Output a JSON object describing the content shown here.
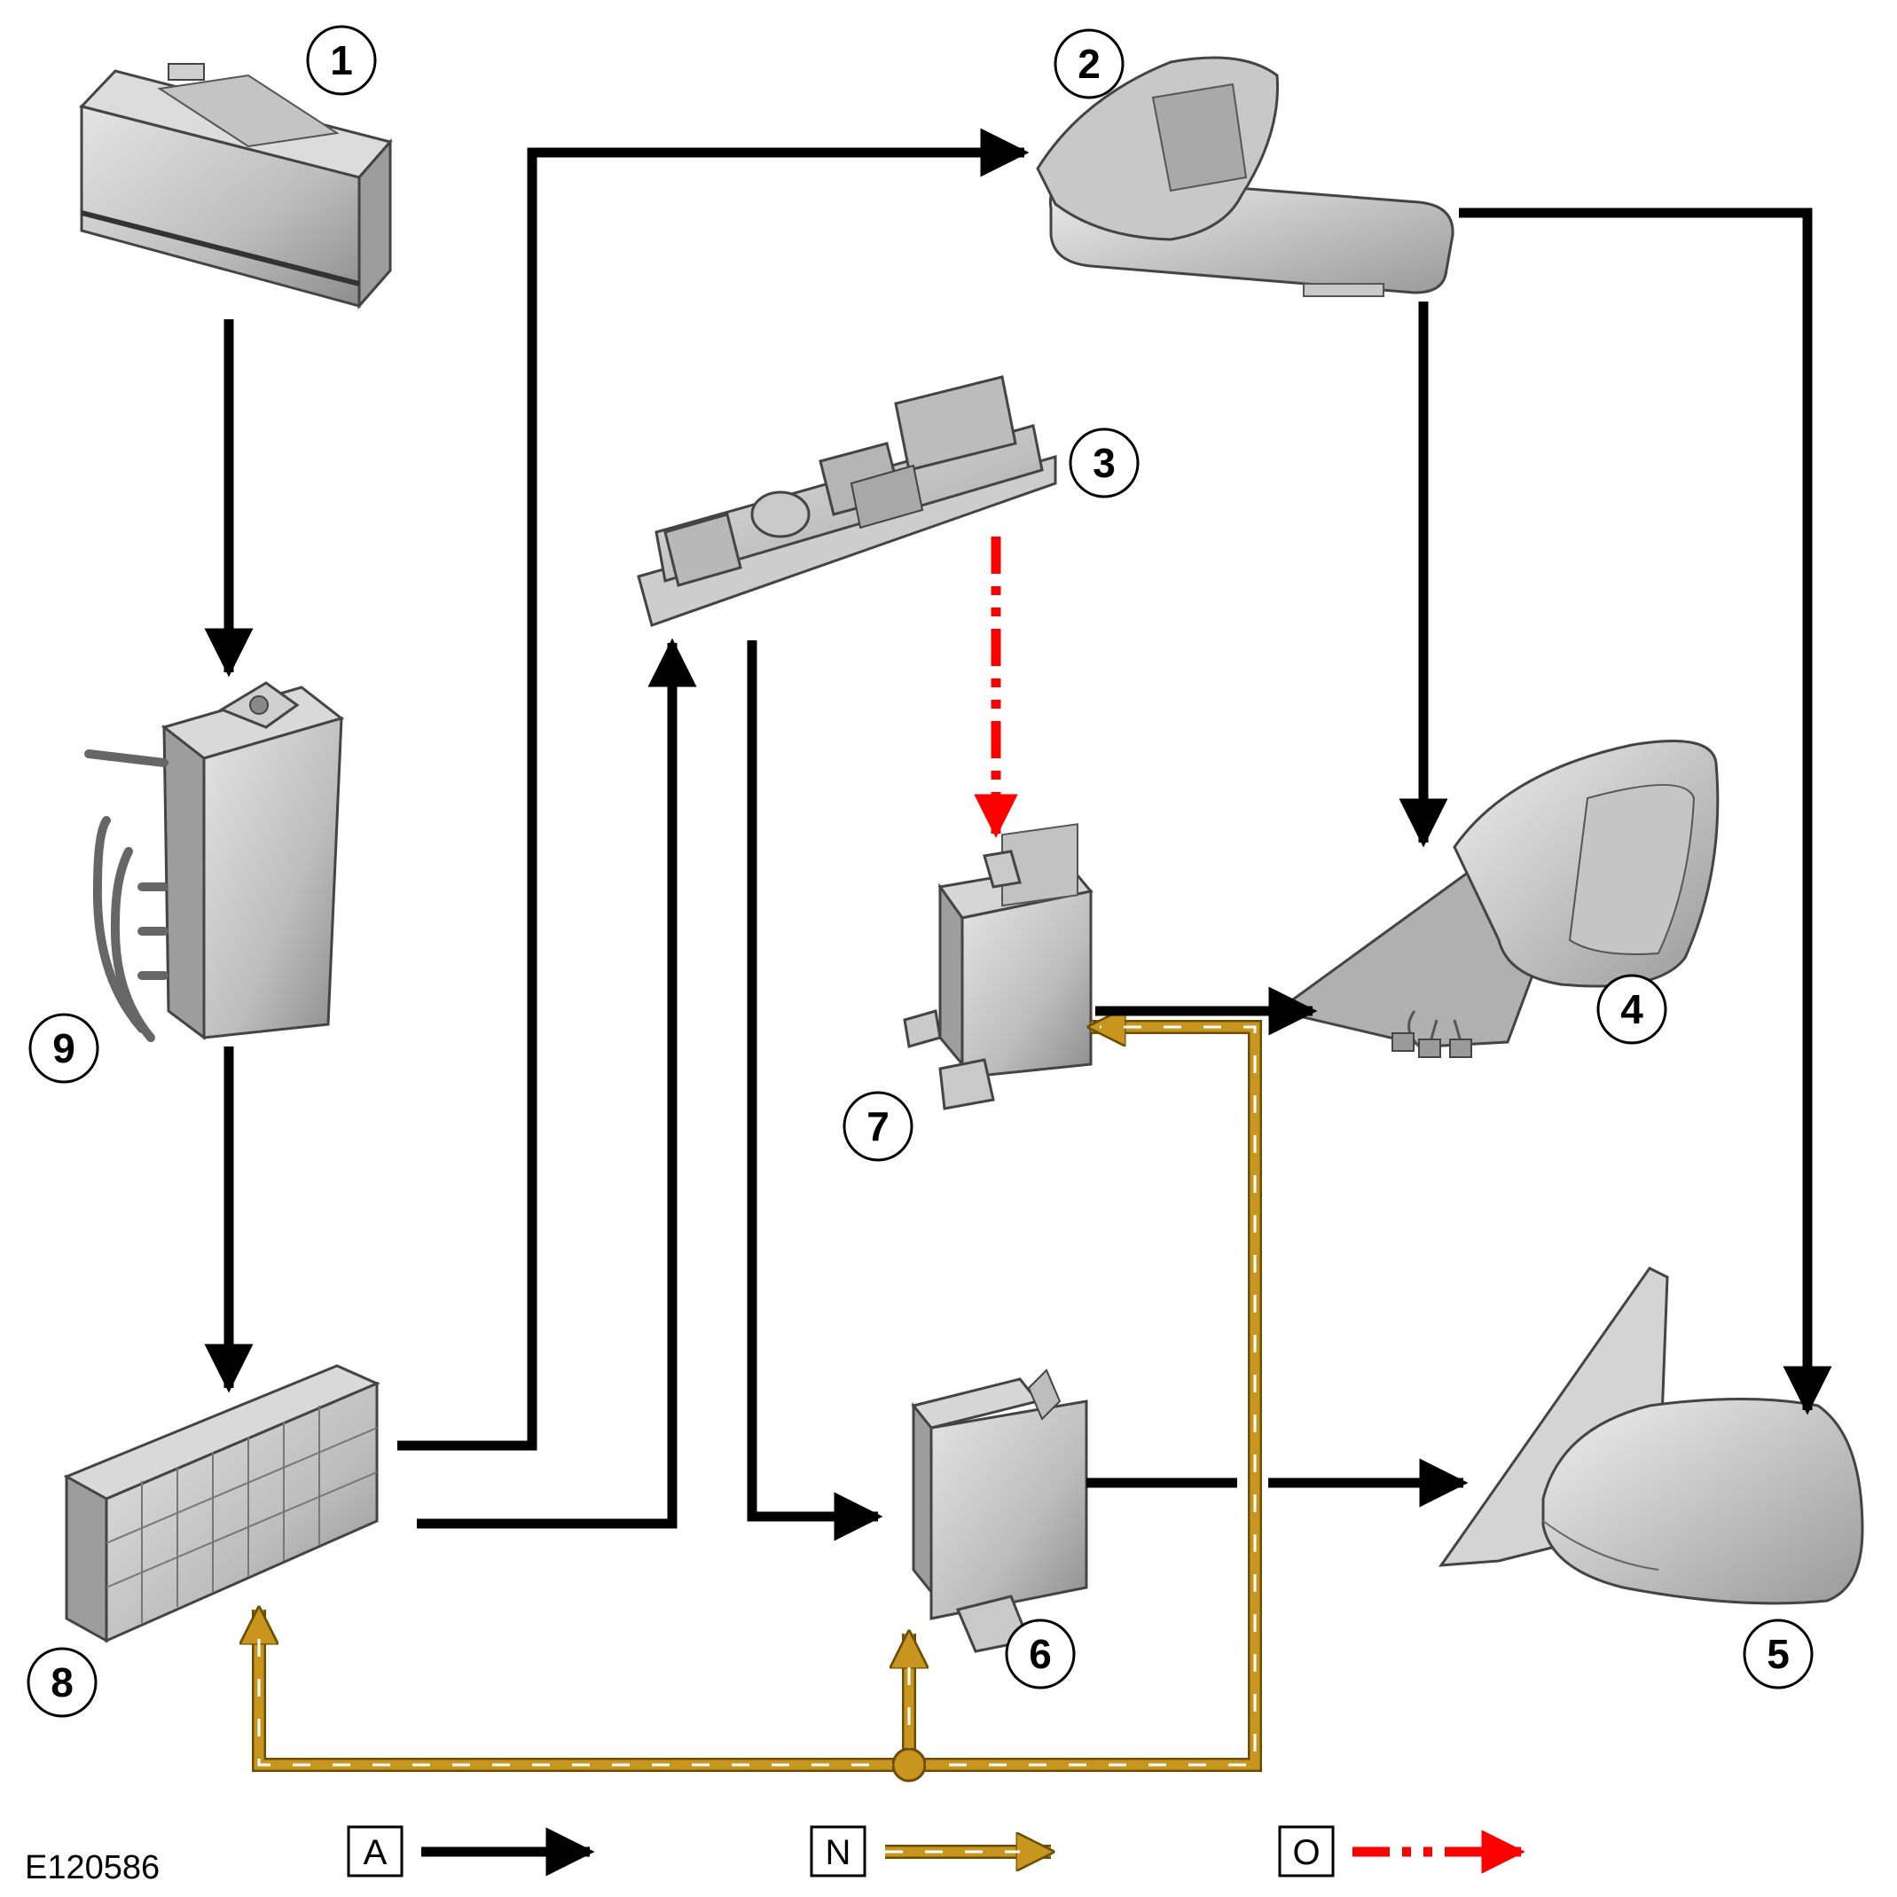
{
  "figure_ref": "E120586",
  "callouts": [
    "1",
    "2",
    "3",
    "4",
    "5",
    "6",
    "7",
    "8",
    "9"
  ],
  "legend": [
    {
      "key": "A",
      "line": "black-solid-arrow"
    },
    {
      "key": "N",
      "line": "gold-dashed-arrow"
    },
    {
      "key": "O",
      "line": "red-dash-dot-arrow"
    }
  ],
  "colors": {
    "hardwired": "#000000",
    "bus": "#c8961e",
    "bus_dash": "#ffffff",
    "lin": "#ff0000",
    "component": "#bdbdbd"
  }
}
